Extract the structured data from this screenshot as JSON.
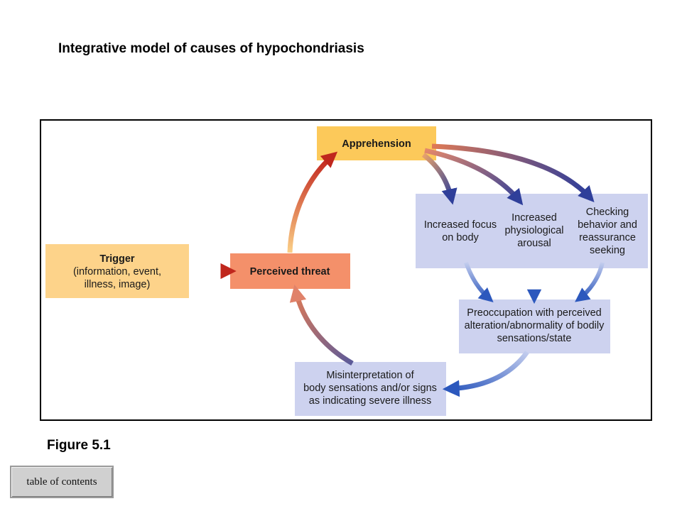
{
  "title": "Integrative model of causes of hypochondriasis",
  "figure_label": "Figure 5.1",
  "toc_button_label": "table of contents",
  "colors": {
    "trigger_fill": "#fdd38a",
    "threat_fill": "#f4906a",
    "apprehension_fill": "#fcc95a",
    "lavender_fill": "#cdd2ef",
    "red_arrow": "#c0271d",
    "blue_arrow": "#2c55b8"
  },
  "nodes": {
    "apprehension": {
      "lines": [
        "Apprehension"
      ]
    },
    "trigger": {
      "title": "Trigger",
      "lines": [
        "(information, event,",
        "illness, image)"
      ]
    },
    "perceived_threat": {
      "lines": [
        "Perceived threat"
      ]
    },
    "focus": {
      "lines": [
        "Increased focus",
        "on body"
      ]
    },
    "arousal": {
      "lines": [
        "Increased",
        "physiological",
        "arousal"
      ]
    },
    "checking": {
      "lines": [
        "Checking",
        "behavior and",
        "reassurance",
        "seeking"
      ]
    },
    "preoccupation": {
      "lines": [
        "Preoccupation with perceived",
        "alteration/abnormality of bodily",
        "sensations/state"
      ]
    },
    "misinterpretation": {
      "lines": [
        "Misinterpretation of",
        "body sensations and/or signs",
        "as indicating severe illness"
      ]
    }
  }
}
